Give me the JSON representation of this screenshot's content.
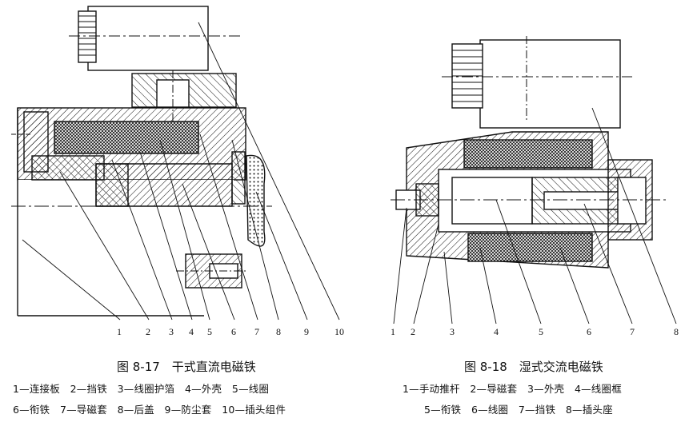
{
  "figures": [
    {
      "caption": "图 8-17　干式直流电磁铁",
      "legend_lines": [
        "1—连接板　2—挡铁　3—线圈护箔　4—外壳　5—线圈",
        "6—衔铁　7—导磁套　8—后盖　9—防尘套　10—插头组件"
      ],
      "callouts": [
        "1",
        "2",
        "3",
        "4",
        "5",
        "6",
        "7",
        "8",
        "9",
        "10"
      ]
    },
    {
      "caption": "图 8-18　湿式交流电磁铁",
      "legend_lines": [
        "1—手动推杆　2—导磁套　3—外壳　4—线圈框",
        "5—衔铁　6—线圈　7—挡铁　8—插头座"
      ],
      "callouts": [
        "1",
        "2",
        "3",
        "4",
        "5",
        "6",
        "7",
        "8"
      ]
    }
  ]
}
